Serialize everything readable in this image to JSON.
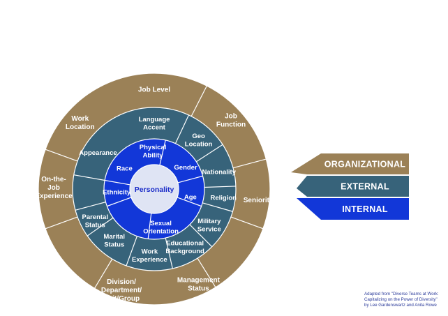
{
  "colors": {
    "organizational": "#9b8157",
    "external": "#37637a",
    "internal": "#1237d8",
    "core": "#dfe4f4",
    "divider": "#ffffff",
    "core_text": "#1a2bc8"
  },
  "diagram": {
    "core": "Personality",
    "internal": [
      "Physical|Ability",
      "Gender",
      "Age",
      "Sexual|Orientation",
      "Ethnicity",
      "Race"
    ],
    "external": [
      "Language|Accent",
      "Geo|Location",
      "Nationality",
      "Religion",
      "Military|Service",
      "Educational|Background",
      "Work|Experience",
      "Marital|Status",
      "Parental|Status",
      "Appearance"
    ],
    "organizational": [
      "Job Level",
      "Job|Function",
      "Seniority",
      "Management|Status",
      "Division/|Department/|Unit/Group",
      "On-the-|Job|Experience",
      "Work|Location"
    ]
  },
  "legend": {
    "organizational": "ORGANIZATIONAL",
    "external": "EXTERNAL",
    "internal": "INTERNAL"
  },
  "credit": {
    "line1": "Adapted from \"Diverse Teams at Work:",
    "line2": "Capitalizing on the Power of Diversity\"",
    "line3": "by Lee Gardenswartz and Anita Rowe"
  }
}
